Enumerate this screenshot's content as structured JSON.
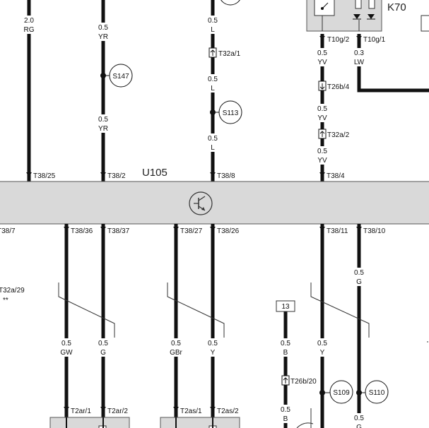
{
  "module": {
    "name": "U105"
  },
  "relay": {
    "name": "K70"
  },
  "fuse_box": {
    "label": "13"
  },
  "misc": {
    "stars": "**",
    "cut_connector": "T32a/29"
  },
  "wires": [
    {
      "gauge": "2.0",
      "color": "RG"
    },
    {
      "gauge": "0.5",
      "color": "YR"
    },
    {
      "gauge": "0.5",
      "color": "YR"
    },
    {
      "gauge": "0.5",
      "color": "L"
    },
    {
      "gauge": "0.5",
      "color": "L"
    },
    {
      "gauge": "0.5",
      "color": "L"
    },
    {
      "gauge": "0.5",
      "color": "YV"
    },
    {
      "gauge": "0.5",
      "color": "YV"
    },
    {
      "gauge": "0.5",
      "color": "YV"
    },
    {
      "gauge": "0.3",
      "color": "LW"
    },
    {
      "gauge": "0.5",
      "color": "GW"
    },
    {
      "gauge": "0.5",
      "color": "G"
    },
    {
      "gauge": "0.5",
      "color": "GBr"
    },
    {
      "gauge": "0.5",
      "color": "Y"
    },
    {
      "gauge": "0.5",
      "color": "B"
    },
    {
      "gauge": "0.5",
      "color": "B"
    },
    {
      "gauge": "0.5",
      "color": "Y"
    },
    {
      "gauge": "0.5",
      "color": "G"
    },
    {
      "gauge": "0.5",
      "color": "G"
    }
  ],
  "connectors": [
    "T38/25",
    "T38/2",
    "T38/8",
    "T38/4",
    "T38/7",
    "T38/36",
    "T38/37",
    "T38/27",
    "T38/26",
    "T38/11",
    "T38/10",
    "T10g/2",
    "T10g/1",
    "T32a/1",
    "T26b/4",
    "T32a/2",
    "T26b/20",
    "T2ar/1",
    "T2ar/2",
    "T2as/1",
    "T2as/2"
  ],
  "splices": [
    "S147",
    "S113",
    "S109",
    "S110"
  ]
}
